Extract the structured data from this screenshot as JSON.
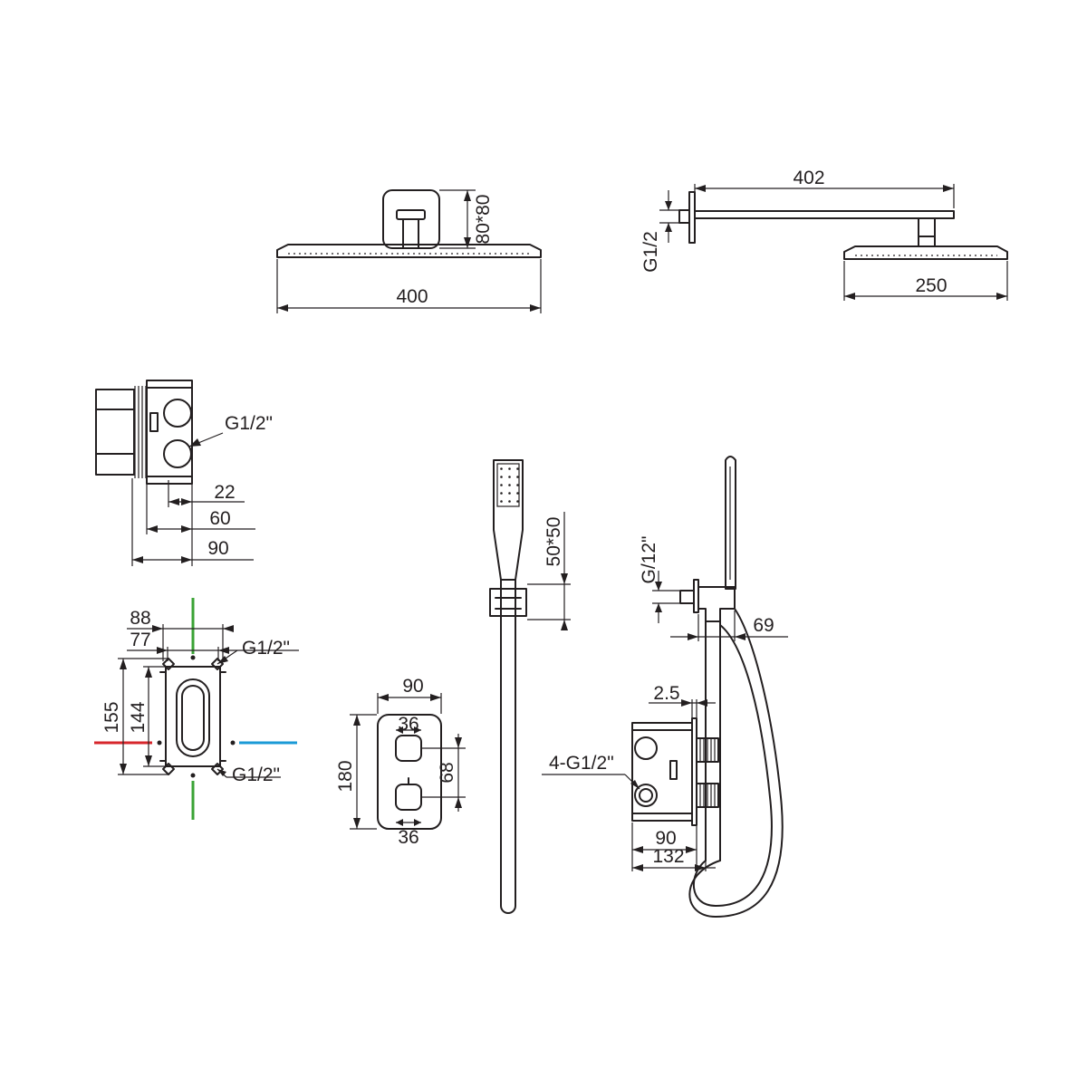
{
  "overhead_shower_front": {
    "width_label": "400",
    "flange_label": "80*80"
  },
  "overhead_shower_side": {
    "arm_label": "402",
    "head_label": "250",
    "thread_label": "G1/2"
  },
  "valve_box_side": {
    "thread_label": "G1/2\"",
    "dim_small": "22",
    "dim_mid": "60",
    "dim_total": "90"
  },
  "valve_box_front": {
    "width_outer": "88",
    "width_inner": "77",
    "height_outer": "155",
    "height_inner": "144",
    "thread_top": "G1/2\"",
    "thread_bottom": "G1/2\"",
    "colors": {
      "cold_line": "#1a9ad6",
      "hot_line": "#d7262b",
      "outlet_line": "#3aa335"
    }
  },
  "cover_plate": {
    "width": "90",
    "height": "180",
    "knob_top": "36",
    "knob_bottom": "36",
    "knob_spacing": "68"
  },
  "hand_shower_front": {
    "bracket_label": "50*50"
  },
  "hand_shower_assembly": {
    "elbow_thread": "G/12\"",
    "elbow_projection": "69",
    "box_gap": "2.5",
    "box_threads": "4-G1/2\"",
    "box_depth": "90",
    "total_depth": "132"
  }
}
